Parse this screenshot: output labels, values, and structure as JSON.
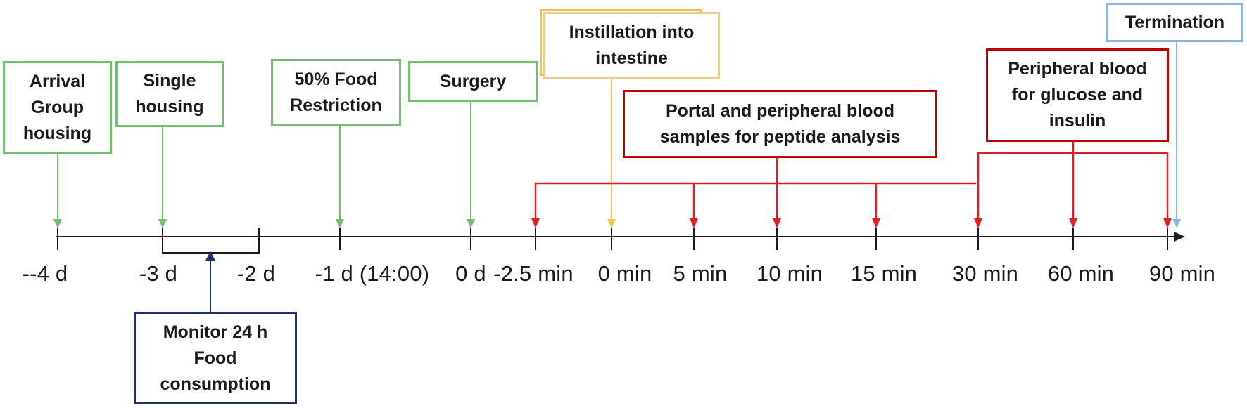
{
  "colors": {
    "green": "#70c06b",
    "red": "#c00000",
    "red_arrow": "#e02020",
    "yellow": "#f2c14e",
    "yellow_frame": "#e8d08a",
    "blue": "#8eb4e3",
    "navy": "#1f2f6b",
    "axis": "#1a1a1a"
  },
  "boxes": {
    "arrival": "Arrival\nGroup\nhousing",
    "single": "Single\nhousing",
    "restriction": "50% Food\nRestriction",
    "surgery": "Surgery",
    "instillation": "Instillation into\nintestine",
    "termination": "Termination",
    "portal": "Portal and peripheral blood\nsamples for peptide analysis",
    "glucose": "Peripheral blood\nfor glucose and\ninsulin",
    "monitor": "Monitor 24 h\nFood\nconsumption"
  },
  "ticks": [
    {
      "key": "t_m4d",
      "label": "--4 d"
    },
    {
      "key": "t_m3d",
      "label": "-3 d"
    },
    {
      "key": "t_m2d",
      "label": "-2 d"
    },
    {
      "key": "t_m1d",
      "label": "-1 d (14:00)"
    },
    {
      "key": "t_0d",
      "label": "0 d"
    },
    {
      "key": "t_m25",
      "label": "-2.5 min"
    },
    {
      "key": "t_0m",
      "label": "0 min"
    },
    {
      "key": "t_5m",
      "label": "5 min"
    },
    {
      "key": "t_10m",
      "label": "10 min"
    },
    {
      "key": "t_15m",
      "label": "15 min"
    },
    {
      "key": "t_30m",
      "label": "30 min"
    },
    {
      "key": "t_60m",
      "label": "60 min"
    },
    {
      "key": "t_90m",
      "label": "90 min"
    }
  ]
}
